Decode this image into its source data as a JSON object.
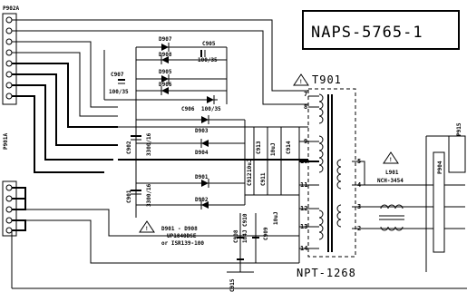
{
  "title": "NAPS-5765-1",
  "transformer": {
    "ref": "T901",
    "part": "NPT-1268",
    "primary_pins": [
      "7",
      "8",
      "9",
      "10",
      "11",
      "12",
      "13",
      "14"
    ],
    "secondary_pins": [
      "5",
      "4",
      "3",
      "2"
    ]
  },
  "connectors": {
    "left_top": "P902A",
    "left_mid": "P901A",
    "right_top": "P915",
    "right_mid": "P904"
  },
  "diodes": [
    "D907",
    "D908",
    "D905",
    "D906",
    "D903",
    "D904",
    "D901",
    "D902"
  ],
  "capacitors": {
    "c905": "C905",
    "c905_val": "100/35",
    "c907": "C907",
    "c907_val": "100/35",
    "c906": "C906",
    "c906_val": "100/35",
    "c902": "C902",
    "c902_val": "3300/16",
    "c901": "C901",
    "c901_val": "3300/16",
    "c913": "C913",
    "c914": "C914",
    "c912": "C912",
    "c911": "C911",
    "c910": "C910",
    "c908": "C908",
    "c909": "C909",
    "c915": "C915",
    "v_10uj": "10uJ",
    "v_104j": "104J"
  },
  "inductor": {
    "ref": "L901",
    "part": "NCH-3454"
  },
  "note": {
    "range": "D901 - D908",
    "part1": "UP1840DSE",
    "part2": "or ISR139-100"
  }
}
